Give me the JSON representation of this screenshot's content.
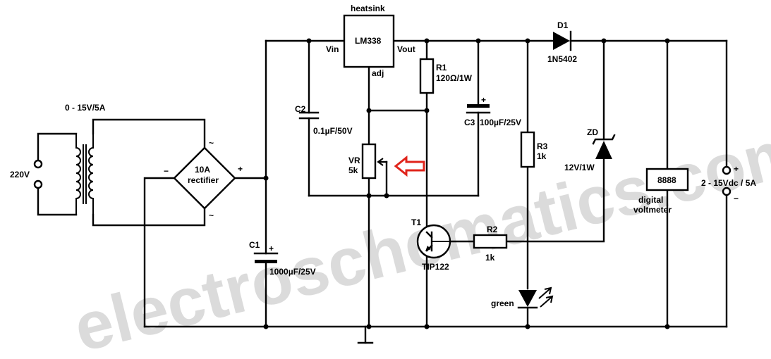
{
  "watermark": "electroschematics.com",
  "colors": {
    "wire": "#000000",
    "arrow": "#e0241b",
    "watermark": "#cfcfcf"
  },
  "labels": {
    "mains": "220V",
    "transformer": "0 - 15V/5A",
    "ac1": "~",
    "ac2": "~",
    "minus": "−",
    "plus": "+",
    "rectifier_line1": "10A",
    "rectifier_line2": "rectifier",
    "c1_name": "C1",
    "c1_value": "1000µF/25V",
    "c1_plus": "+",
    "heatsink": "heatsink",
    "lm338": "LM338",
    "vin": "Vin",
    "vout": "Vout",
    "adj": "adj",
    "c2_name": "C2",
    "c2_value": "0.1µF/50V",
    "vr_name": "VR",
    "vr_value": "5k",
    "r1_name": "R1",
    "r1_value": "120Ω/1W",
    "c3_name": "C3",
    "c3_value": "100µF/25V",
    "c3_plus": "+",
    "d1_name": "D1",
    "d1_value": "1N5402",
    "r3_name": "R3",
    "r3_value": "1k",
    "zd_name": "ZD",
    "zd_value": "12V/1W",
    "t1_name": "T1",
    "t1_value": "TIP122",
    "r2_name": "R2",
    "r2_value": "1k",
    "led": "green",
    "voltmeter_display": "8888",
    "voltmeter_line1": "digital",
    "voltmeter_line2": "voltmeter",
    "out_plus": "+",
    "out_minus": "−",
    "output": "2 - 15Vdc / 5A"
  }
}
